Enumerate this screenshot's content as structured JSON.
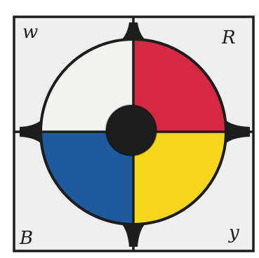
{
  "drawing": {
    "corner_labels": {
      "top_left": "w",
      "top_right": "R",
      "bottom_left": "B",
      "bottom_right": "y"
    },
    "quadrants": {
      "top_left": {
        "color_name": "white",
        "color": "#f3f3f1"
      },
      "top_right": {
        "color_name": "red",
        "color": "#d62843"
      },
      "bottom_left": {
        "color_name": "blue",
        "color": "#1e5a9d"
      },
      "bottom_right": {
        "color_name": "yellow",
        "color": "#f5d61d"
      }
    },
    "ink_color": "#1d1d1d",
    "paper_color": "#efefef"
  }
}
